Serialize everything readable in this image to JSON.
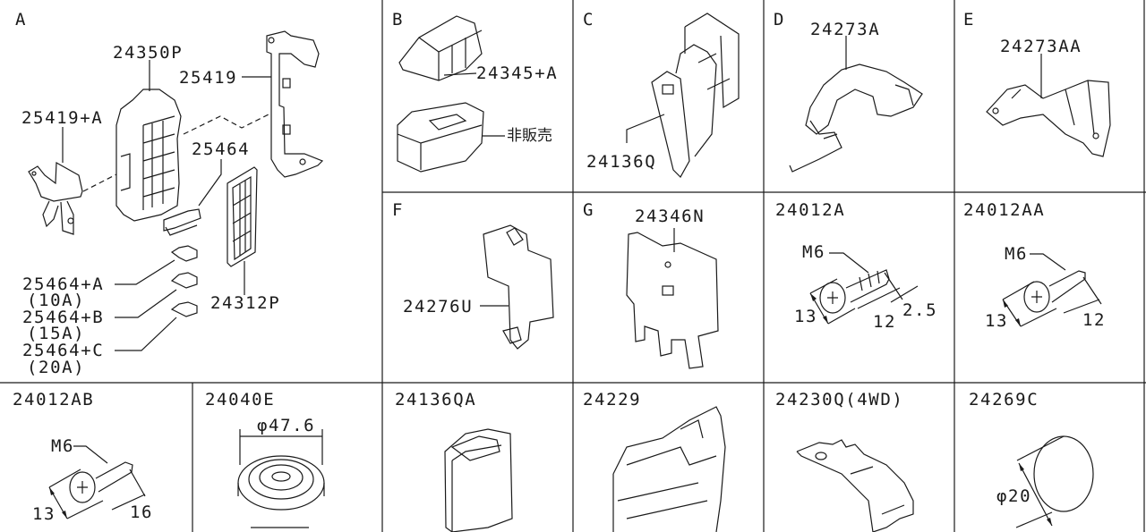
{
  "sections": {
    "A": {
      "letter": "A",
      "parts": {
        "p24350P": "24350P",
        "p25419": "25419",
        "p25419A": "25419+A",
        "p25464": "25464",
        "p25464A": "25464+A",
        "p25464A_rating": "(10A)",
        "p25464B": "25464+B",
        "p25464B_rating": "(15A)",
        "p25464C": "25464+C",
        "p25464C_rating": "(20A)",
        "p24312P": "24312P"
      }
    },
    "B": {
      "letter": "B",
      "p24345A": "24345+A",
      "not_for_sale": "非販売"
    },
    "C": {
      "letter": "C",
      "p24136Q": "24136Q"
    },
    "D": {
      "letter": "D",
      "p24273A": "24273A"
    },
    "E": {
      "letter": "E",
      "p24273AA": "24273AA"
    },
    "F": {
      "letter": "F",
      "p24276U": "24276U"
    },
    "G": {
      "letter": "G",
      "p24346N": "24346N"
    },
    "c24012A": {
      "title": "24012A",
      "thread": "M6",
      "dim_head": "13",
      "dim_length": "12",
      "dim_offset": "2.5"
    },
    "c24012AA": {
      "title": "24012AA",
      "thread": "M6",
      "dim_head": "13",
      "dim_length": "12"
    },
    "c24012AB": {
      "title": "24012AB",
      "thread": "M6",
      "dim_head": "13",
      "dim_length": "16"
    },
    "c24040E": {
      "title": "24040E",
      "diameter": "φ47.6"
    },
    "c24136QA": {
      "title": "24136QA"
    },
    "c24229": {
      "title": "24229"
    },
    "c24230Q": {
      "title": "24230Q(4WD)"
    },
    "c24269C": {
      "title": "24269C",
      "diameter": "φ20"
    }
  },
  "colors": {
    "line": "#1a1a1a",
    "background": "#ffffff"
  }
}
